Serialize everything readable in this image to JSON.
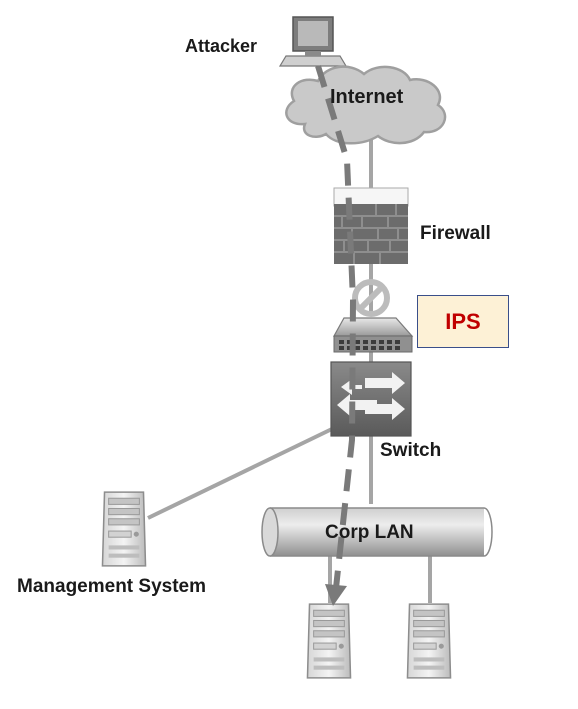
{
  "nodes": {
    "attacker": "Attacker",
    "internet": "Internet",
    "firewall": "Firewall",
    "ips": "IPS",
    "switch": "Switch",
    "corp_lan": "Corp LAN",
    "management": "Management System"
  },
  "colors": {
    "ips_text": "#c00000",
    "ips_fill": "#fdf1d6",
    "ips_border": "#3a4f8a",
    "attack_path": "#7a7a7a"
  },
  "icons": [
    "computer-icon",
    "cloud-icon",
    "firewall-icon",
    "ips-device-icon",
    "blocked-icon",
    "switch-icon",
    "server-icon"
  ]
}
